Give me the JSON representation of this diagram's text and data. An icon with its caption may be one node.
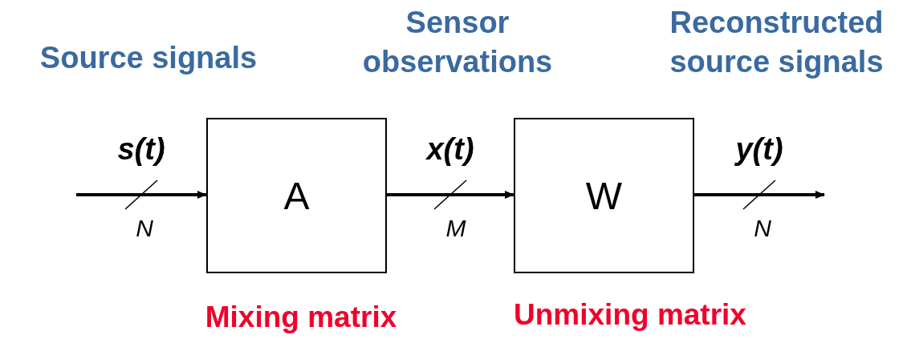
{
  "diagram": {
    "nodes": [
      {
        "text": [
          "A"
        ],
        "beside": [
          "Mixing matrix"
        ]
      },
      {
        "text": [
          "W"
        ],
        "beside": [
          "Unmixing matrix"
        ]
      }
    ],
    "edges": [
      {
        "from": null,
        "to": 0,
        "arrow": "to",
        "label": "s(t)"
      },
      {
        "from": 0,
        "to": 1,
        "arrow": "to",
        "label": "x(t)"
      },
      {
        "from": 1,
        "to": null,
        "arrow": "to",
        "label": "y(t)"
      }
    ],
    "labels": [
      "Source signals",
      "Sensor observations",
      "Reconstructed source signals",
      "N",
      "M",
      "N"
    ]
  }
}
